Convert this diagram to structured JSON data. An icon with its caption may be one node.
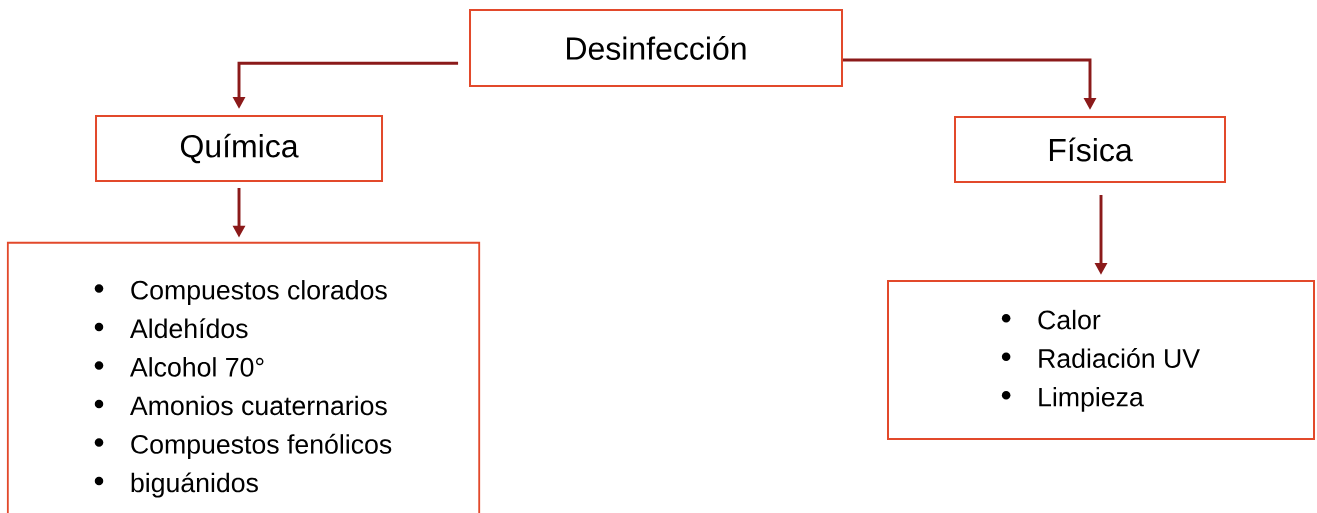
{
  "diagram": {
    "nodes": [
      {
        "text": [
          "Desinfección"
        ]
      },
      {
        "text": [
          "Química"
        ]
      },
      {
        "text": [
          "Física"
        ]
      },
      {
        "text": [
          "Compuestos clorados",
          "Aldehídos",
          "Alcohol 70°",
          "Amonios cuaternarios",
          "Compuestos fenólicos",
          "biguánidos"
        ]
      },
      {
        "text": [
          "Calor",
          "Radiación UV",
          "Limpieza"
        ]
      }
    ],
    "edges": [
      {
        "from": 0,
        "to": 1,
        "arrow": "to"
      },
      {
        "from": 0,
        "to": 2,
        "arrow": "to"
      },
      {
        "from": 1,
        "to": 3,
        "arrow": "to"
      },
      {
        "from": 2,
        "to": 4,
        "arrow": "to"
      }
    ]
  }
}
